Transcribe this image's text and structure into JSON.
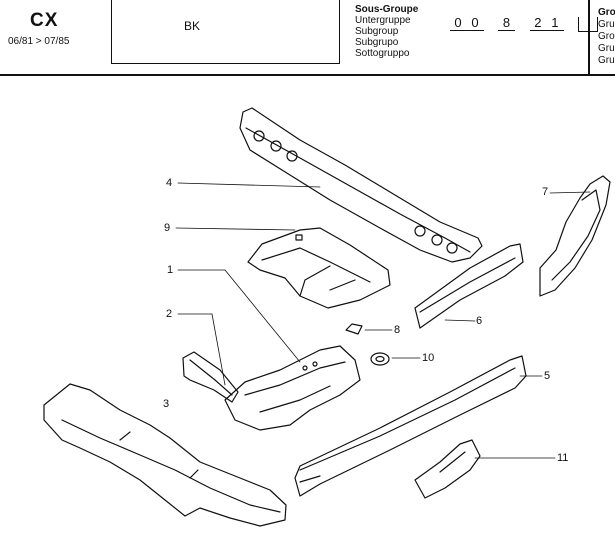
{
  "header": {
    "model": "CX",
    "dates": "06/81 > 07/85",
    "code": "BK",
    "subgroup_labels": [
      "Sous-Groupe",
      "Untergruppe",
      "Subgroup",
      "Subgrupo",
      "Sottogruppo"
    ],
    "subgroup_digits": [
      "0",
      "0",
      "8",
      "2",
      "1"
    ],
    "group_labels": [
      "Gro",
      "Gru",
      "Gro",
      "Gru",
      "Gru"
    ]
  },
  "callouts": [
    {
      "id": "1",
      "label": "1"
    },
    {
      "id": "2",
      "label": "2"
    },
    {
      "id": "3",
      "label": "3"
    },
    {
      "id": "4",
      "label": "4"
    },
    {
      "id": "5",
      "label": "5"
    },
    {
      "id": "6",
      "label": "6"
    },
    {
      "id": "7",
      "label": "7"
    },
    {
      "id": "8",
      "label": "8"
    },
    {
      "id": "9",
      "label": "9"
    },
    {
      "id": "10",
      "label": "10"
    },
    {
      "id": "11",
      "label": "11"
    }
  ]
}
